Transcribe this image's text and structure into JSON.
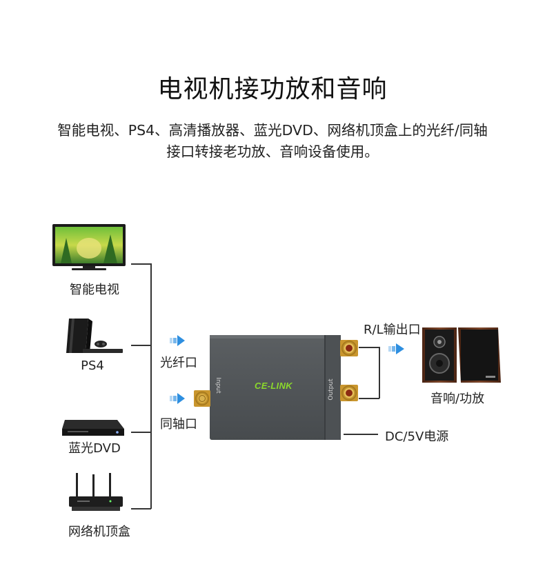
{
  "header": {
    "title": "电视机接功放和音响",
    "subtitle_line1": "智能电视、PS4、高清播放器、蓝光DVD、网络机顶盒上的光纤/同轴",
    "subtitle_line2": "接口转接老功放、音响设备使用。"
  },
  "sources": [
    {
      "label": "智能电视",
      "icon": "tv-icon"
    },
    {
      "label": "PS4",
      "icon": "console-icon"
    },
    {
      "label": "蓝光DVD",
      "icon": "dvd-player-icon"
    },
    {
      "label": "网络机顶盒",
      "icon": "router-box-icon"
    }
  ],
  "inputs": {
    "optical_label": "光纤口",
    "coaxial_label": "同轴口"
  },
  "device": {
    "brand": "CE-LINK",
    "input_text": "Input",
    "output_text": "Output",
    "accent": "#8bd82c",
    "body_color": "#55595c"
  },
  "outputs": {
    "rl_label": "R/L输出口",
    "speaker_label": "音响/功放",
    "power_label": "DC/5V电源"
  },
  "colors": {
    "arrow": "#2e8fe0",
    "gold": "#d6a336",
    "speaker_wood": "#6b3a22"
  }
}
